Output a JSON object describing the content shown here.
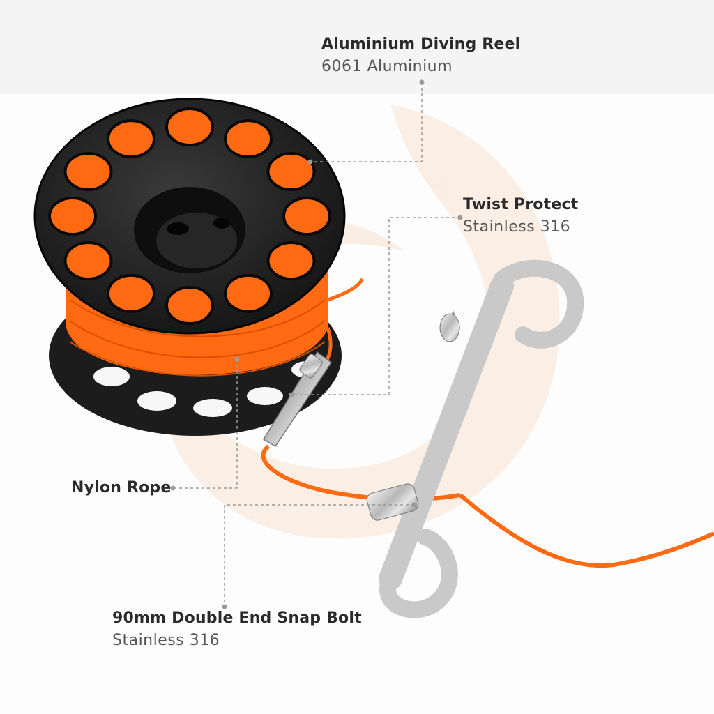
{
  "callouts": {
    "reel": {
      "title": "Aluminium Diving Reel",
      "subtitle": "6061 Aluminium"
    },
    "twist": {
      "title": "Twist Protect",
      "subtitle": "Stainless 316"
    },
    "rope": {
      "title": "Nylon Rope"
    },
    "bolt": {
      "title": "90mm Double End Snap Bolt",
      "subtitle": "Stainless 316"
    }
  },
  "colors": {
    "rope": "#ff6a13",
    "reel": "#1c1c1c",
    "steel": "#c9c9c9",
    "leader": "#9a9a9a",
    "watermark": "#f7dcc8"
  }
}
